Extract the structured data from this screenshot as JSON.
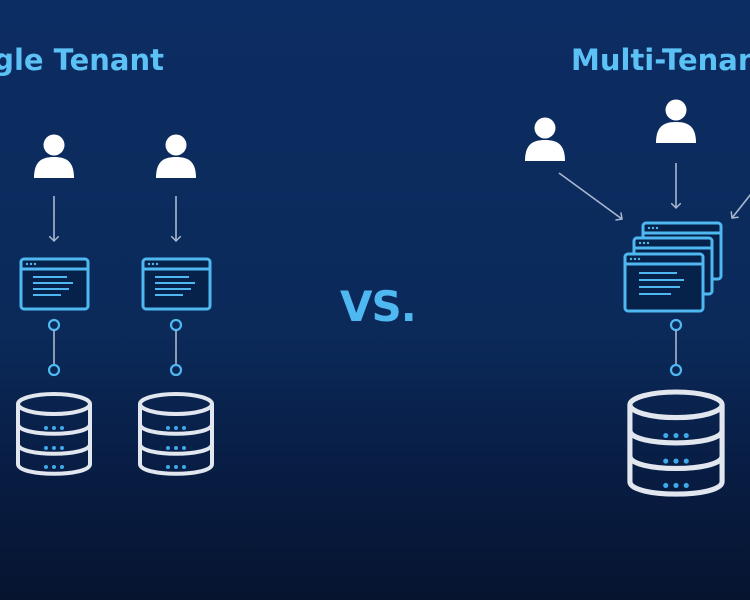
{
  "single_tenant": {
    "title": "gle Tenant"
  },
  "multi_tenant": {
    "title": "Multi-Tenant"
  },
  "versus_label": "VS.",
  "colors": {
    "background_top": "#0c2d63",
    "background_bottom": "#06142f",
    "accent_blue": "#4fb8f0",
    "title_blue": "#5cc2f5",
    "icon_white": "#ffffff",
    "connector_gray": "#a9b8cf",
    "database_stroke": "#e1e6ef",
    "database_dots": "#3fa9ea"
  },
  "icons": {
    "user": "user-icon",
    "app_window": "app-window-icon",
    "database": "database-icon",
    "arrow": "arrow-down-icon",
    "connector": "connector-line"
  }
}
